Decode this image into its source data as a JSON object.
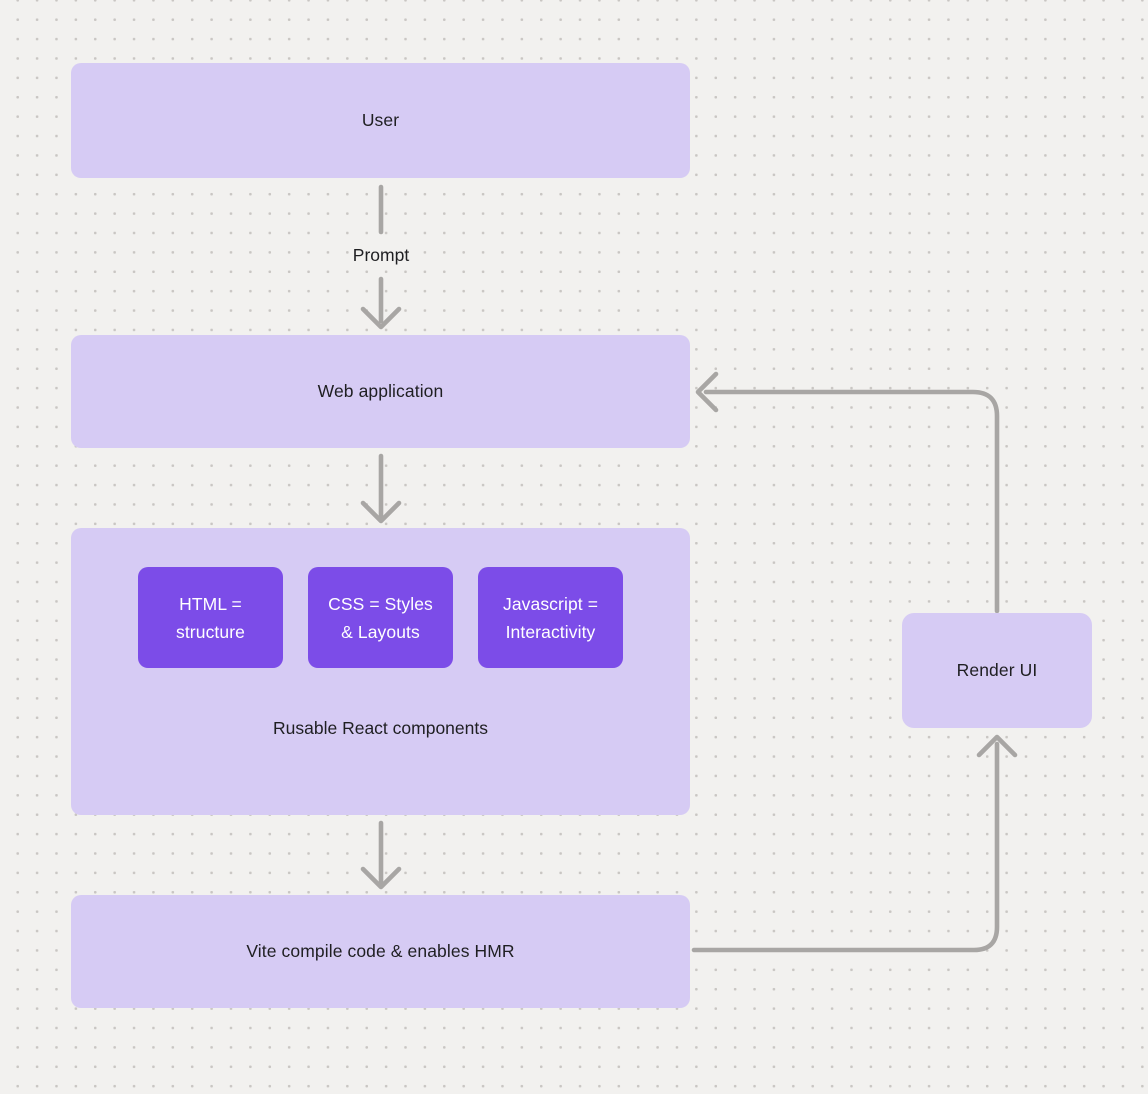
{
  "page": {
    "background_color": "#f2f1ef",
    "dot_grid_color": "#c9c6c3"
  },
  "colors": {
    "node_fill_light": "#d6cbf4",
    "node_fill_accent": "#7c4ce8",
    "arrow": "#a8a6a4",
    "text_dark": "#1f1f22",
    "text_on_accent": "#ffffff"
  },
  "nodes": {
    "user": {
      "label": "User"
    },
    "web_application": {
      "label": "Web application"
    },
    "components": {
      "caption": "Rusable React components",
      "items": {
        "html": {
          "label": "HTML =\nstructure"
        },
        "css": {
          "label": "CSS = Styles\n& Layouts"
        },
        "js": {
          "label": "Javascript =\nInteractivity"
        }
      }
    },
    "vite": {
      "label": "Vite compile code & enables HMR"
    },
    "render_ui": {
      "label": "Render UI"
    }
  },
  "edges": {
    "user_to_web": {
      "label": "Prompt"
    },
    "web_to_components": {
      "label": ""
    },
    "components_to_vite": {
      "label": ""
    },
    "vite_to_render": {
      "label": ""
    },
    "render_to_web": {
      "label": ""
    }
  }
}
